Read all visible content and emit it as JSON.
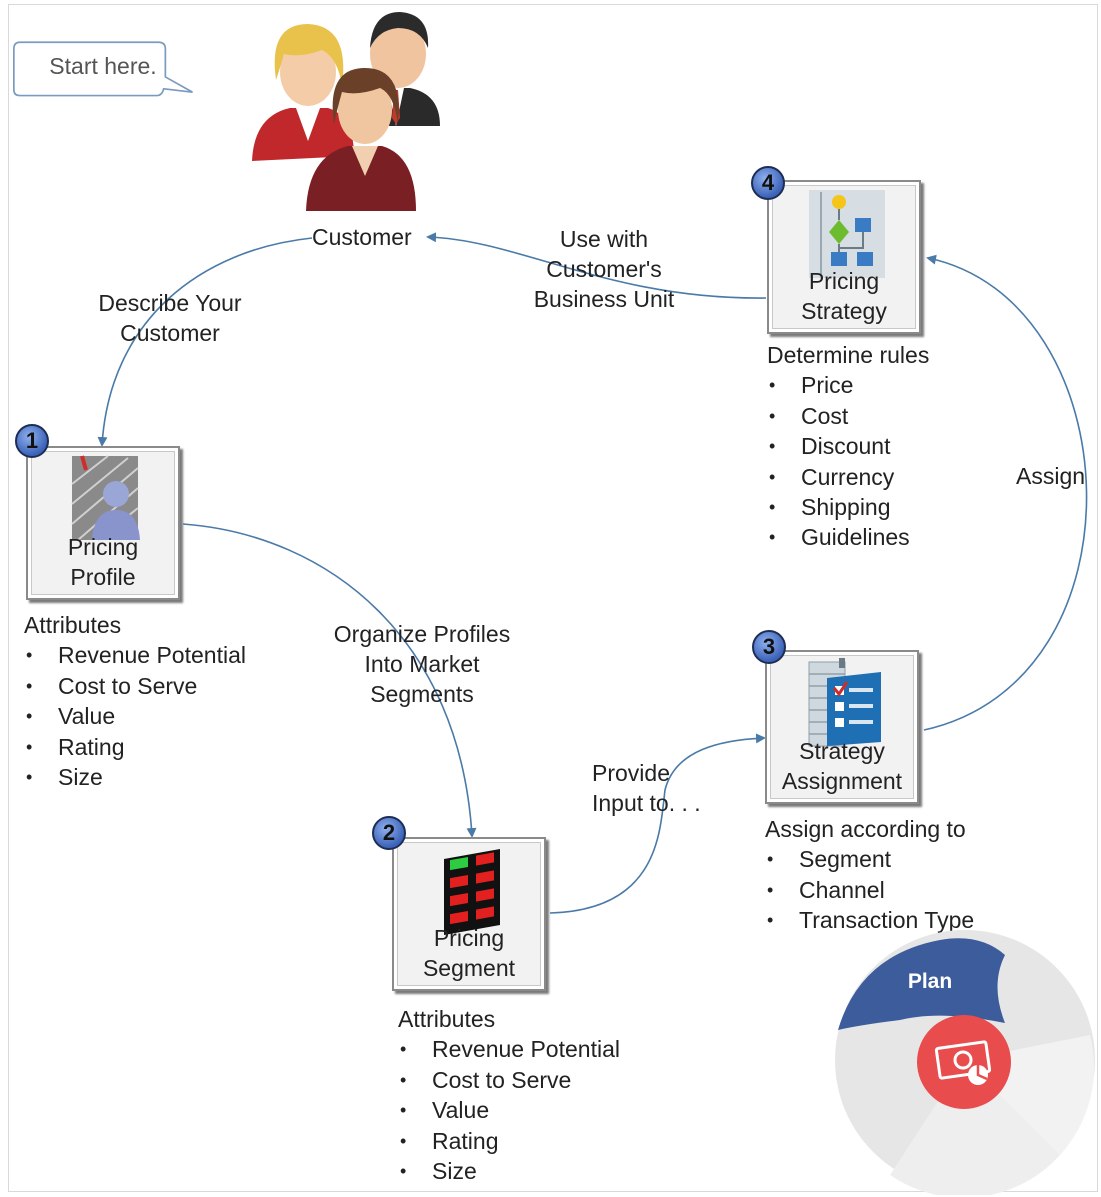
{
  "callout": {
    "text": "Start here."
  },
  "center_node": {
    "label": "Customer"
  },
  "edges": {
    "describe": "Describe Your Customer",
    "describe_l1": "Describe Your",
    "describe_l2": "Customer",
    "use_with_l1": "Use with",
    "use_with_l2": "Customer's",
    "use_with_l3": "Business Unit",
    "organize_l1": "Organize Profiles",
    "organize_l2": "Into Market",
    "organize_l3": "Segments",
    "provide_l1": "Provide",
    "provide_l2": "Input to. . .",
    "assign": "Assign"
  },
  "steps": [
    {
      "number": "1",
      "title_l1": "Pricing",
      "title_l2": "Profile",
      "list_head": "Attributes",
      "items": [
        "Revenue  Potential",
        "Cost to Serve",
        "Value",
        "Rating",
        "Size"
      ]
    },
    {
      "number": "2",
      "title_l1": "Pricing",
      "title_l2": "Segment",
      "list_head": "Attributes",
      "items": [
        "Revenue  Potential",
        "Cost to Serve",
        "Value",
        "Rating",
        "Size"
      ]
    },
    {
      "number": "3",
      "title_l1": "Strategy",
      "title_l2": "Assignment",
      "list_head": "Assign according to",
      "items": [
        "Segment",
        "Channel",
        "Transaction Type"
      ]
    },
    {
      "number": "4",
      "title_l1": "Pricing",
      "title_l2": "Strategy",
      "list_head": "Determine  rules",
      "items": [
        "Price",
        "Cost",
        "Discount",
        "Currency",
        "Shipping",
        "Guidelines"
      ]
    }
  ],
  "badge": {
    "label": "Plan"
  },
  "colors": {
    "arrow": "#4a7aa8",
    "badge_blue": "#3d5c9c",
    "badge_red": "#e84c4c",
    "step_number": "#4a6fc4"
  }
}
